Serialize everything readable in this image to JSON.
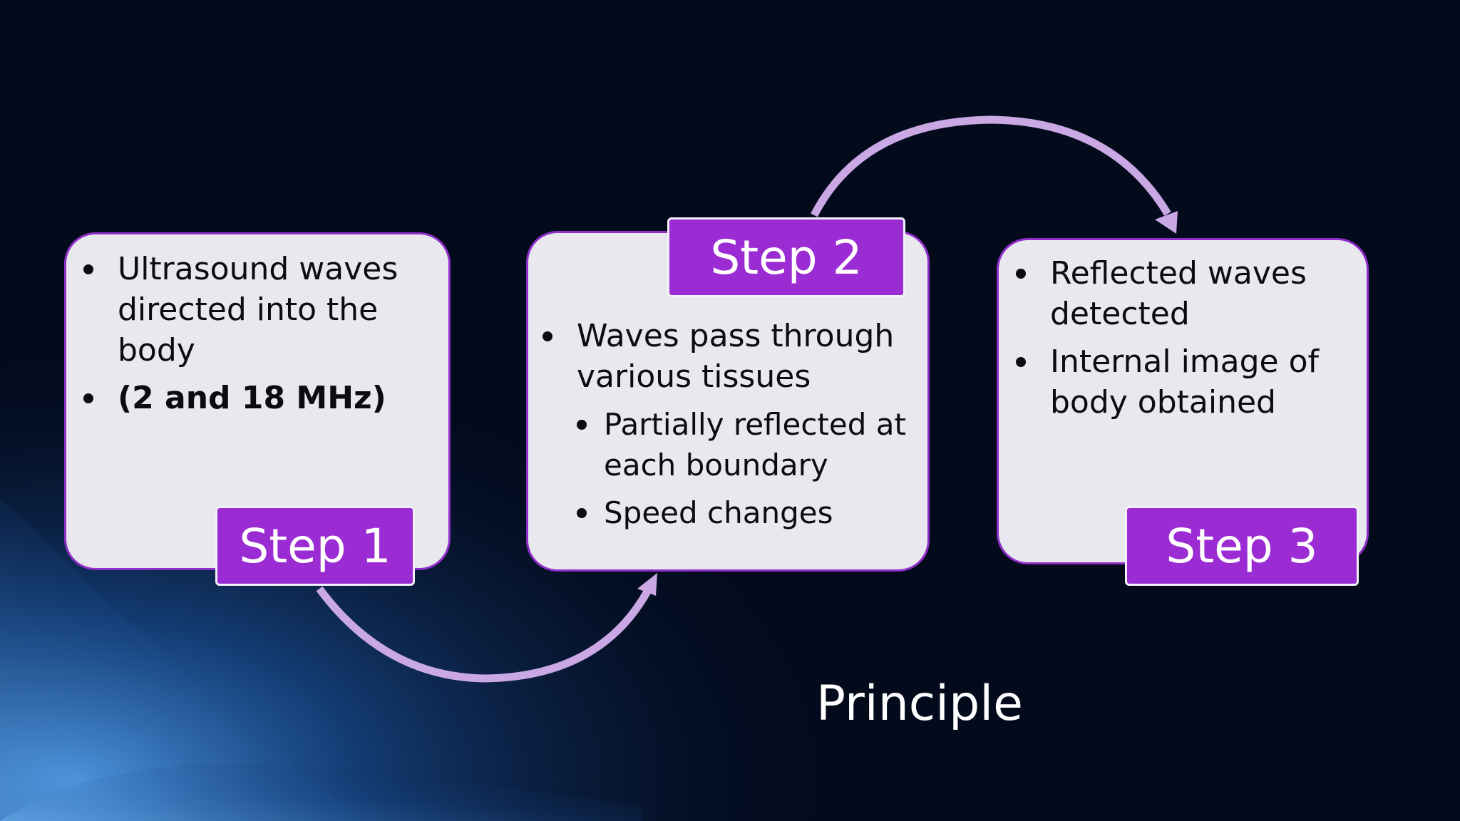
{
  "colors": {
    "card_fill": "#e8e8ee",
    "card_border": "#8f2fc9",
    "label_fill": "#9b2cd3",
    "arrow": "#c9a8e3",
    "background": "#030a1c"
  },
  "steps": [
    {
      "label": "Step 1",
      "bullets": [
        {
          "text": "Ultrasound waves directed into the body",
          "level": 1
        },
        {
          "text": "(2 and 18 MHz)",
          "level": 1,
          "bold": true
        }
      ]
    },
    {
      "label": "Step 2",
      "bullets": [
        {
          "text": "Waves pass through various tissues",
          "level": 1
        },
        {
          "text": "Partially reflected at each boundary",
          "level": 2
        },
        {
          "text": "Speed changes",
          "level": 2
        }
      ]
    },
    {
      "label": "Step 3",
      "bullets": [
        {
          "text": "Reflected waves detected",
          "level": 1
        },
        {
          "text": "Internal image of body obtained",
          "level": 1
        }
      ]
    }
  ],
  "title": "Principle"
}
